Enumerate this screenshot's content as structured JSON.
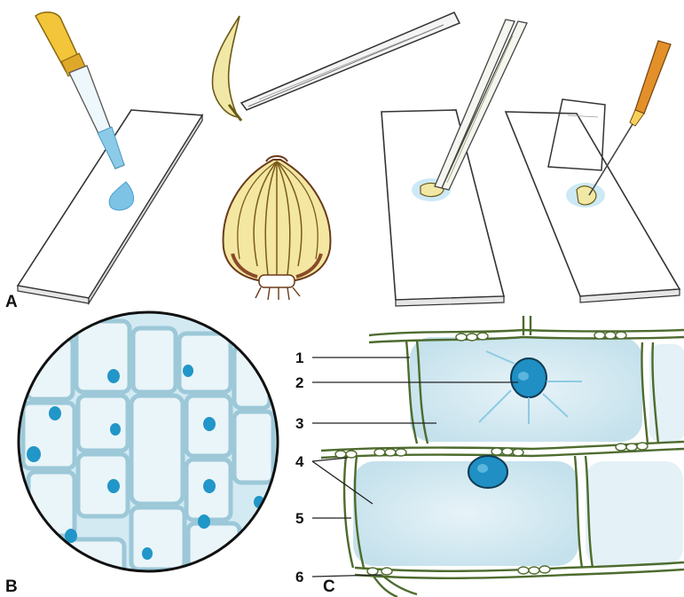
{
  "panels": {
    "a": "A",
    "b": "B",
    "c": "C"
  },
  "cell_labels": [
    "1",
    "2",
    "3",
    "4",
    "5",
    "6"
  ],
  "colors": {
    "stain_blue": "#3aa7d6",
    "nucleus_blue": "#1f8fc4",
    "cell_wall": "#4e6b2e",
    "onion_yellow": "#e8d98a",
    "dropper_yellow": "#f2c53a",
    "slide_outline": "#333333"
  }
}
